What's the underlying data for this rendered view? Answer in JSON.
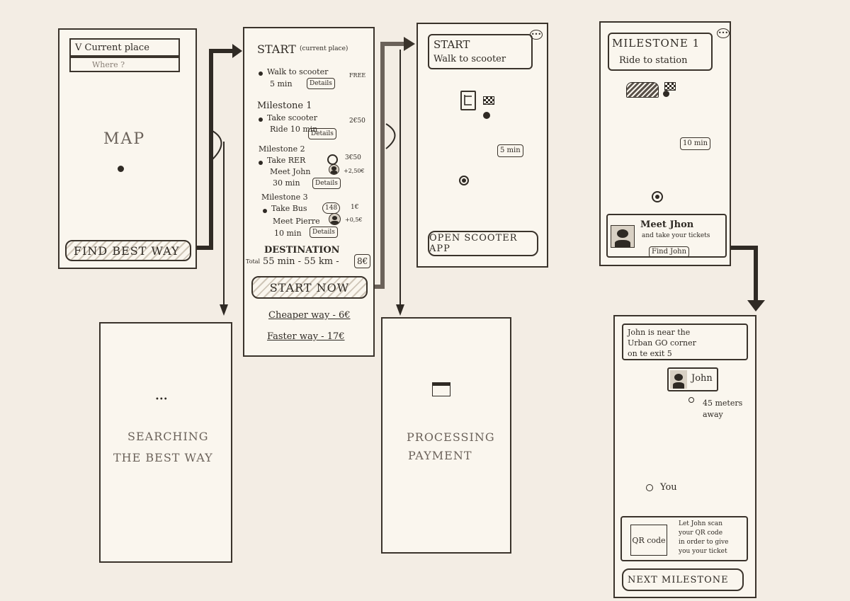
{
  "screen1": {
    "origin_label": "V  Current place",
    "destination_placeholder": "Where ?",
    "map_label": "MAP",
    "find_button": "FIND BEST WAY"
  },
  "screen2": {
    "start_title": "START",
    "start_note": "(current place)",
    "step1_text": "Walk to scooter",
    "step1_price": "FREE",
    "step1_duration": "5 min",
    "details": "Details",
    "milestone1": "Milestone  1",
    "step2_text": "Take scooter",
    "step2_price": "2€50",
    "step2_duration": "Ride 10 min",
    "milestone2": "Milestone 2",
    "step3_text": "Take RER",
    "step3_price": "3€50",
    "step3_meet": "Meet John",
    "step3_meet_price": "+2,50€",
    "step3_duration": "30 min",
    "milestone3": "Milestone 3",
    "step4_text": "Take Bus",
    "step4_bus": "148",
    "step4_price": "1€",
    "step4_meet": "Meet Pierre",
    "step4_meet_price": "+0,5€",
    "step4_duration": "10 min",
    "destination_label": "DESTINATION",
    "total_label": "Total",
    "total_value": "55 min - 55 km -",
    "total_price": "8€",
    "start_button": "START NOW",
    "cheaper_link": "Cheaper way - 6€",
    "faster_link": "Faster way - 17€"
  },
  "screen3": {
    "header_title": "START",
    "header_sub": "Walk to scooter",
    "duration_tag": "5 min",
    "open_button": "OPEN SCOOTER APP"
  },
  "screen4": {
    "header_title": "MILESTONE 1",
    "header_sub": "Ride to station",
    "duration_tag": "10 min",
    "card_title": "Meet Jhon",
    "card_text": "and take your tickets",
    "card_button": "Find John"
  },
  "screen5": {
    "searching_line1": "SEARCHING",
    "searching_line2": "THE BEST WAY"
  },
  "screen6": {
    "processing_line1": "PROCESSING",
    "processing_line2": "PAYMENT"
  },
  "screen7": {
    "info_text_1": "John is near the",
    "info_text_2": "Urban GO corner",
    "info_text_3": "on te exit 5",
    "john_label": "John",
    "distance_1": "45 meters",
    "distance_2": "away",
    "you_label": "You",
    "qr_label": "QR code",
    "qr_text_1": "Let John scan",
    "qr_text_2": "your QR code",
    "qr_text_3": "in order to give",
    "qr_text_4": "you your ticket",
    "next_button": "NEXT MILESTONE"
  }
}
